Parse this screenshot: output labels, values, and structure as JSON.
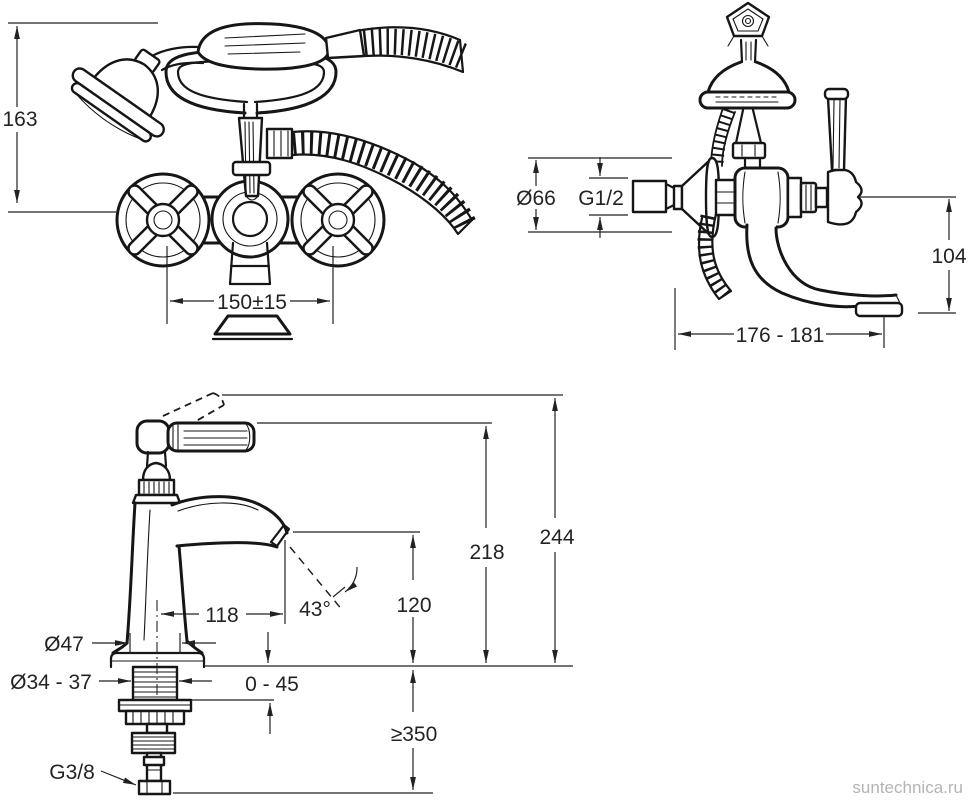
{
  "watermark": "suntechnica.ru",
  "colors": {
    "ink": "#161616",
    "dimension_text": "#232323",
    "watermark_text": "#b4b4b4",
    "background": "#ffffff"
  },
  "views": {
    "bath_mixer_front": {
      "dim_height_163": "163",
      "dim_spacing_150": "150±15"
    },
    "bath_mixer_side": {
      "dim_flange_66": "Ø66",
      "dim_thread_g12": "G1/2",
      "dim_drop_104": "104",
      "dim_depth_176_181": "176 - 181"
    },
    "basin_tap": {
      "dim_reach_118": "118",
      "dim_angle_43": "43°",
      "dim_base_47": "Ø47",
      "dim_shank_34_37": "Ø34 - 37",
      "dim_deck_0_45": "0 - 45",
      "dim_spout_120": "120",
      "dim_lever_218": "218",
      "dim_total_244": "244",
      "dim_clearance_350": "≥350",
      "dim_thread_g38": "G3/8"
    }
  }
}
